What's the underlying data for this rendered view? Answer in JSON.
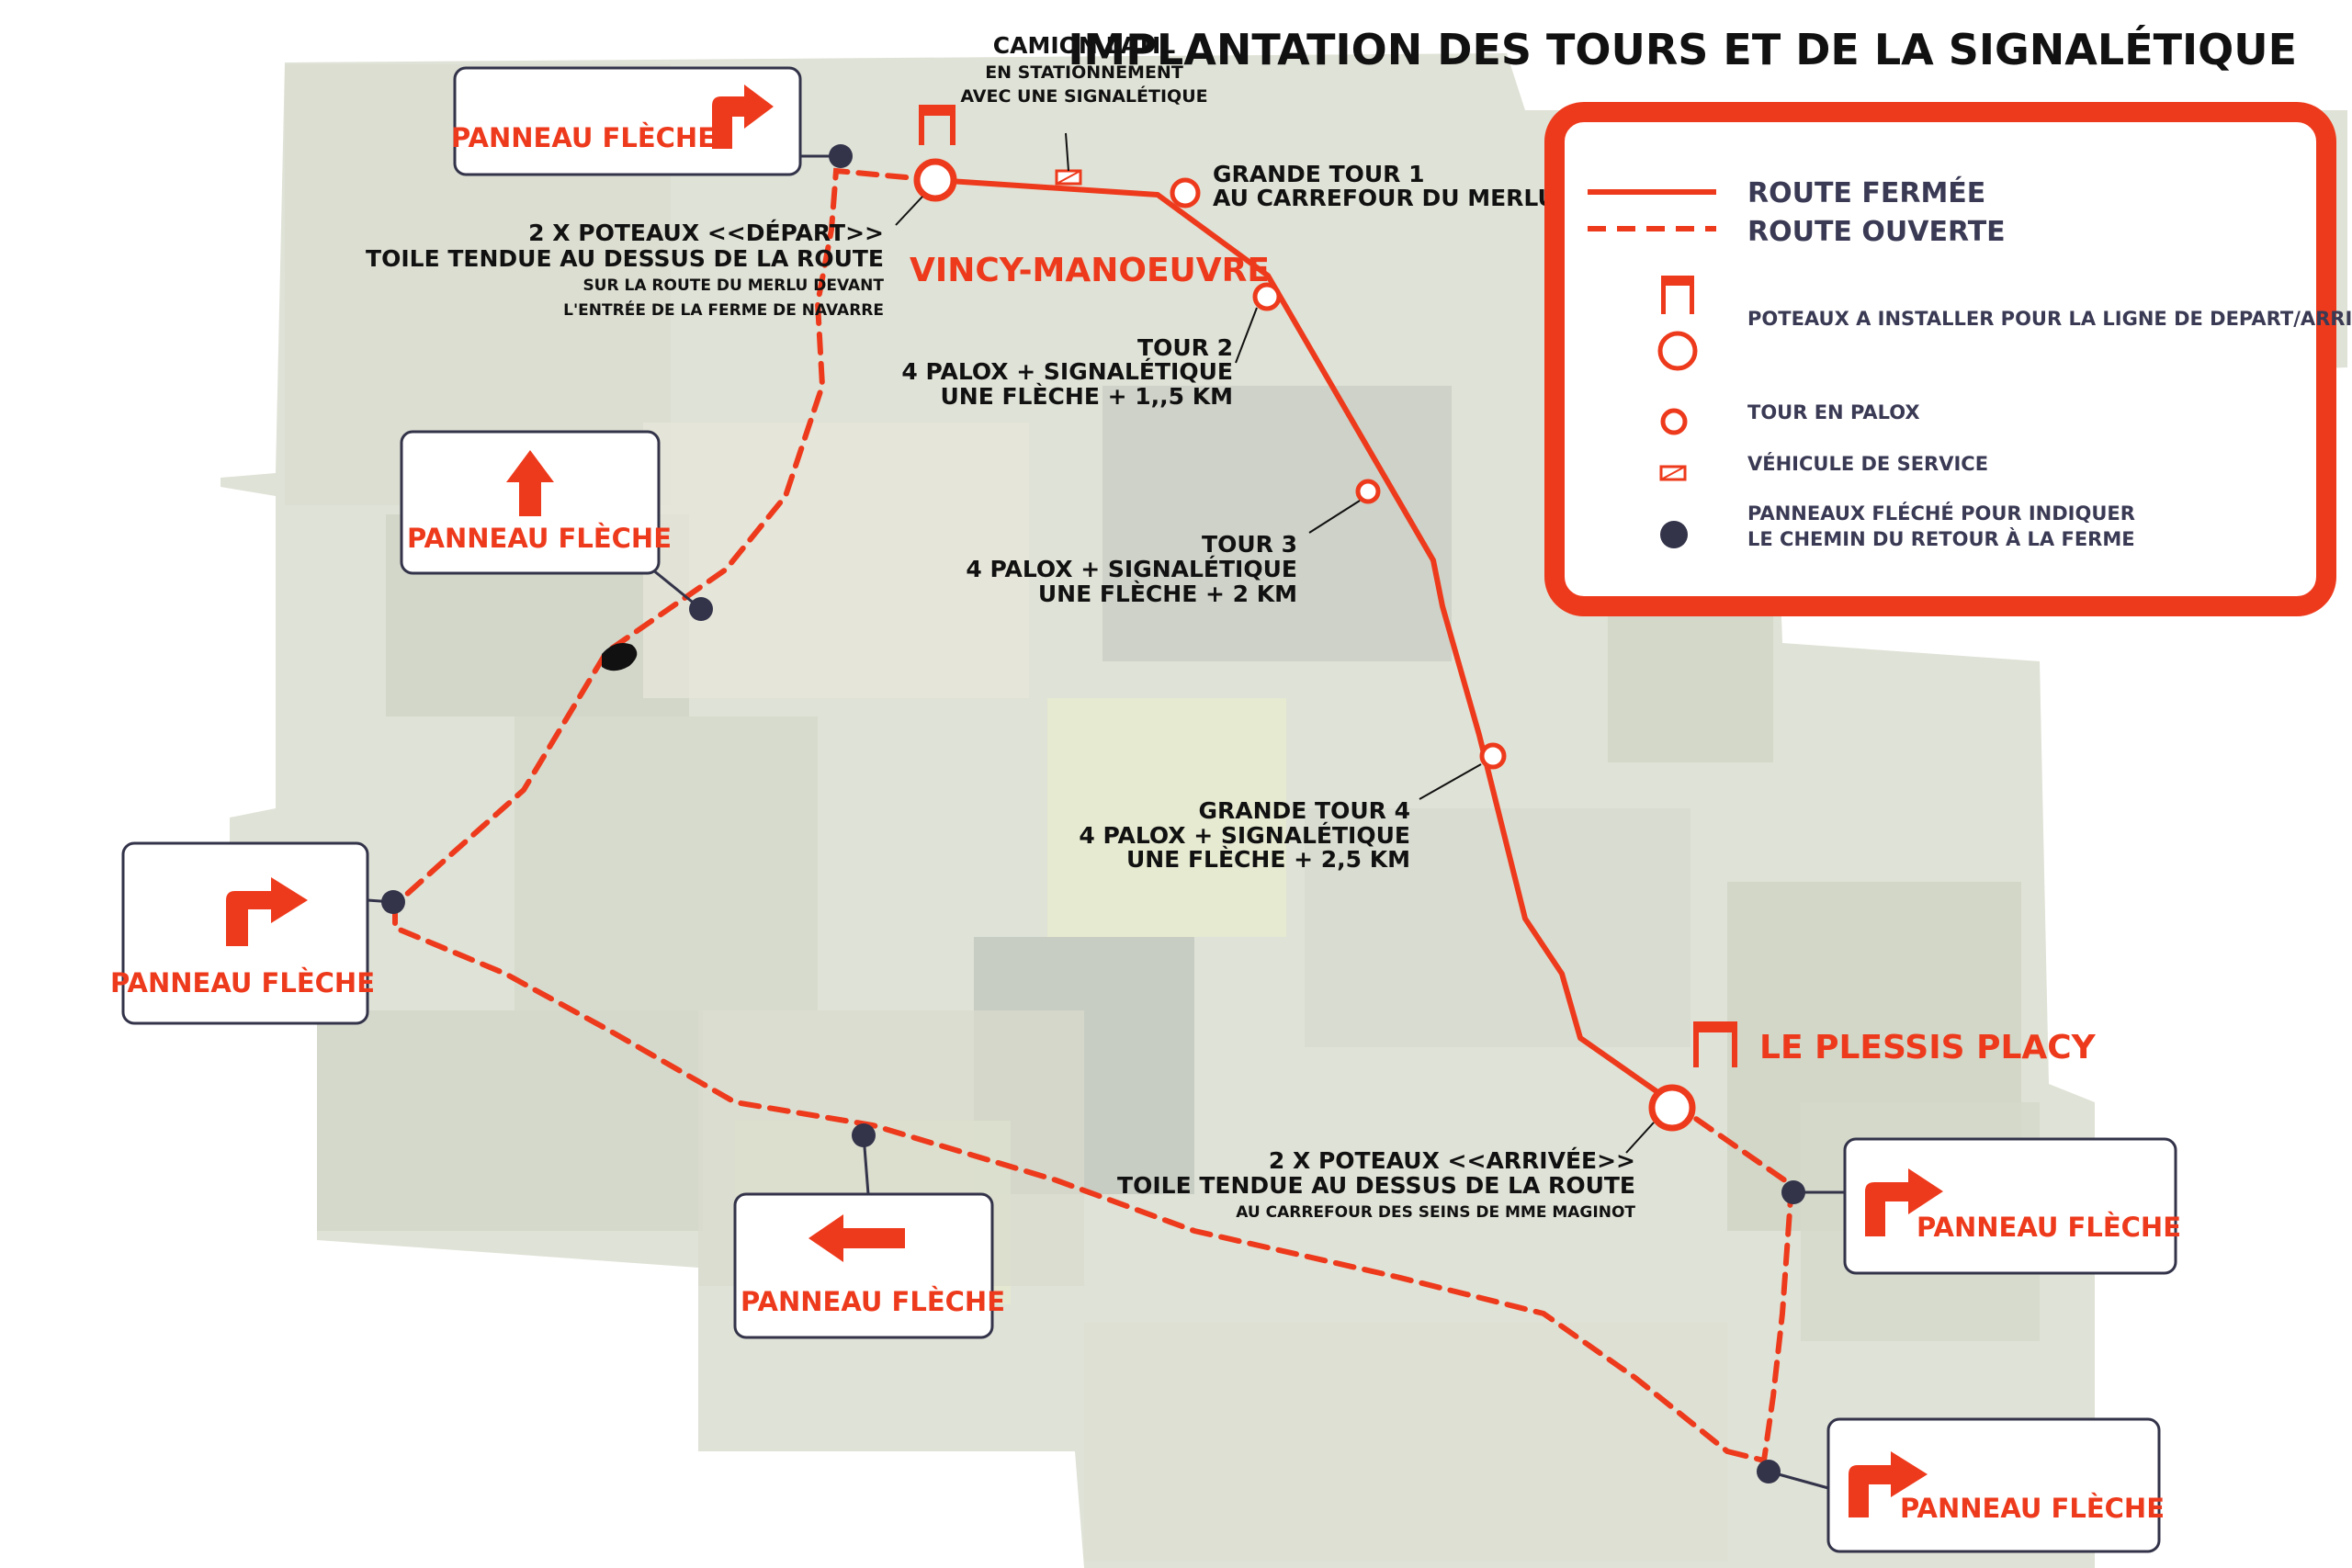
{
  "title": "IMPLANTATION DES TOURS ET DE LA SIGNALÉTIQUE",
  "colors": {
    "accent": "#ee3a1c",
    "dot": "#33334a",
    "text": "#111111",
    "legend_text": "#3a3a55"
  },
  "places": {
    "vincy": "VINCY-MANOEUVRE",
    "plessis": "LE PLESSIS PLACY"
  },
  "annotations": {
    "camion": [
      "CAMION LATIL",
      "EN STATIONNEMENT",
      "AVEC UNE SIGNALÉTIQUE"
    ],
    "grande_tour_1": [
      "GRANDE TOUR 1",
      "AU CARREFOUR DU MERLU"
    ],
    "depart": [
      "2 X POTEAUX <<DÉPART>>",
      "TOILE TENDUE AU DESSUS DE LA ROUTE",
      "SUR LA ROUTE DU MERLU DEVANT",
      "L'ENTRÉE DE LA FERME DE NAVARRE"
    ],
    "tour_2": [
      "TOUR 2",
      "4 PALOX + SIGNALÉTIQUE",
      "UNE FLÈCHE + 1,,5 KM"
    ],
    "tour_3": [
      "TOUR 3",
      "4 PALOX + SIGNALÉTIQUE",
      "UNE FLÈCHE + 2 KM"
    ],
    "grande_tour_4": [
      "GRANDE TOUR 4",
      "4 PALOX + SIGNALÉTIQUE",
      "UNE FLÈCHE + 2,5 KM"
    ],
    "arrivee": [
      "2 X POTEAUX <<ARRIVÉE>>",
      "TOILE TENDUE AU DESSUS DE LA ROUTE",
      "AU CARREFOUR DES SEINS DE MME MAGINOT"
    ]
  },
  "signs": [
    {
      "id": "sign-1",
      "label": "PANNEAU FLÈCHE",
      "arrow": "turn-right-arrow"
    },
    {
      "id": "sign-2",
      "label": "PANNEAU FLÈCHE",
      "arrow": "up-arrow"
    },
    {
      "id": "sign-3",
      "label": "PANNEAU FLÈCHE",
      "arrow": "turn-right-arrow"
    },
    {
      "id": "sign-4",
      "label": "PANNEAU FLÈCHE",
      "arrow": "left-arrow"
    },
    {
      "id": "sign-5",
      "label": "PANNEAU FLÈCHE",
      "arrow": "turn-right-arrow"
    },
    {
      "id": "sign-6",
      "label": "PANNEAU FLÈCHE",
      "arrow": "turn-right-arrow"
    }
  ],
  "legend": {
    "route_fermee": "ROUTE FERMÉE",
    "route_ouverte": "ROUTE OUVERTE",
    "poteaux": "POTEAUX A INSTALLER POUR LA LIGNE DE DEPART/ARRIVÉE",
    "tour_palox": "TOUR EN PALOX",
    "vehicule": "VÉHICULE DE SERVICE",
    "panneaux": [
      "PANNEAUX FLÉCHÉ POUR INDIQUER",
      "LE CHEMIN DU RETOUR À LA FERME"
    ]
  }
}
